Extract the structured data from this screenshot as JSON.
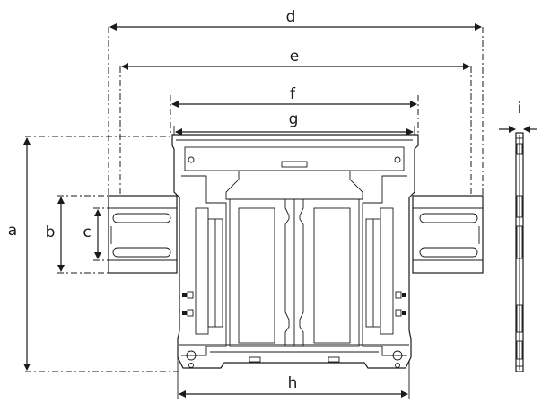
{
  "dimensions": {
    "a": "a",
    "b": "b",
    "c": "c",
    "d": "d",
    "e": "e",
    "f": "f",
    "g": "g",
    "h": "h",
    "i": "i"
  },
  "icons": {
    "arrow": "arrow-head-icon"
  },
  "colors": {
    "line": "#1a1a1a",
    "background": "#ffffff"
  }
}
